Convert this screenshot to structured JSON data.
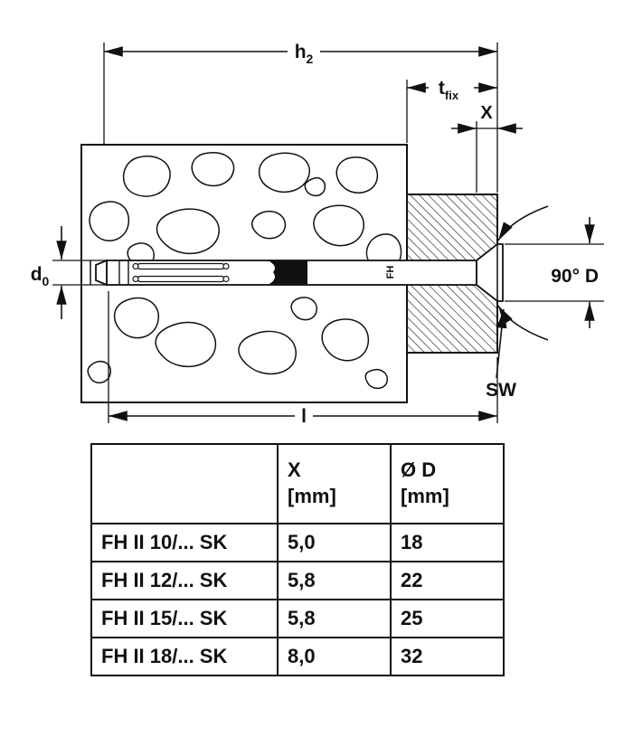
{
  "diagram": {
    "labels": {
      "h2_main": "h",
      "h2_sub": "2",
      "tfix_main": "t",
      "tfix_sub": "fix",
      "x_dim": "X",
      "d0_main": "d",
      "d0_sub": "0",
      "angle_d": "90° D",
      "sw": "SW",
      "length": "l",
      "anchor_marking": "FH"
    }
  },
  "table": {
    "col_headers": {
      "x_line1": "X",
      "x_line2": "[mm]",
      "d_line1": "Ø D",
      "d_line2": "[mm]"
    },
    "rows": [
      {
        "name": "FH II 10/... SK",
        "x": "5,0",
        "d": "18"
      },
      {
        "name": "FH II 12/... SK",
        "x": "5,8",
        "d": "22"
      },
      {
        "name": "FH II 15/... SK",
        "x": "5,8",
        "d": "25"
      },
      {
        "name": "FH II 18/... SK",
        "x": "8,0",
        "d": "32"
      }
    ]
  }
}
